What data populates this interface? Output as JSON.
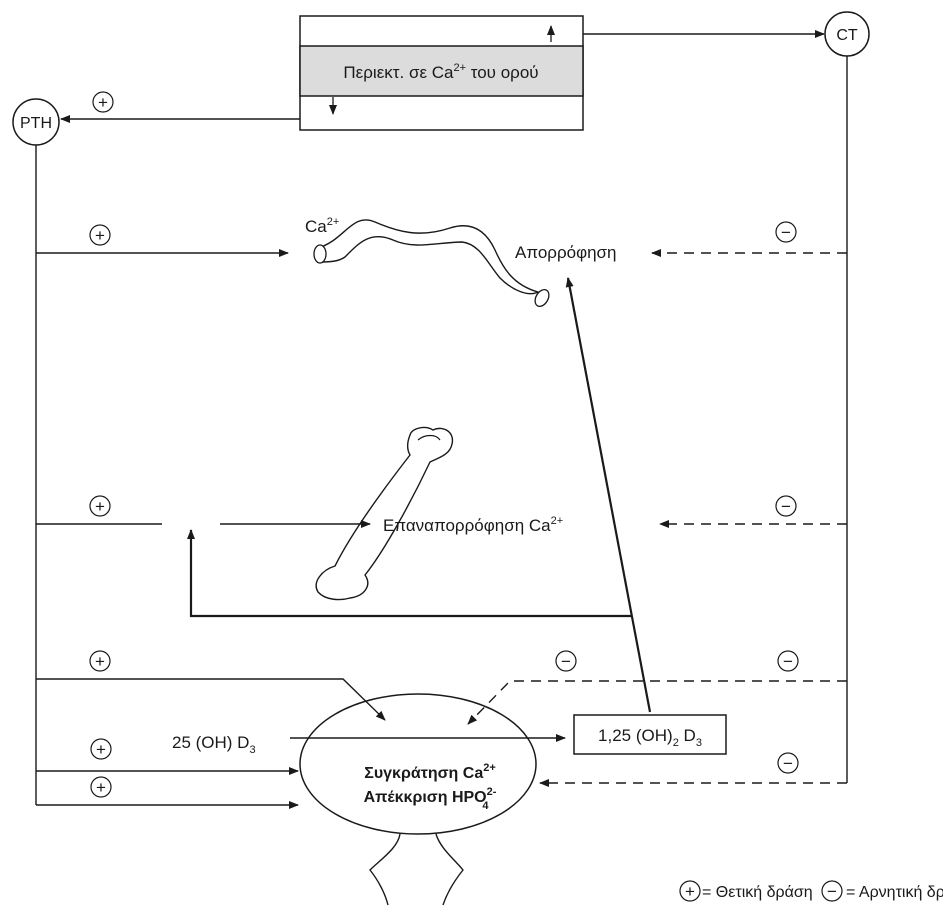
{
  "serum_box": {
    "label": "Περιεκτ. σε Ca",
    "sup": "2+",
    "label_tail": " του ορού"
  },
  "ct_node": "CT",
  "pth_node": "PTH",
  "signs": {
    "plus": "+",
    "minus": "−"
  },
  "intestine": {
    "ca_label": "Ca",
    "ca_sup": "2+",
    "absorption": "Απορρόφηση"
  },
  "bone": {
    "reabsorption": "Επαναπορρόφηση Ca",
    "reabsorption_sup": "2+"
  },
  "kidney": {
    "vitd_input": "25 (OH) D",
    "vitd_input_sub": "3",
    "line1": "Συγκράτηση Ca",
    "line1_sup": "2+",
    "line2": "Απέκκριση HPO",
    "line2_sup": "2-",
    "line2_sub": "4"
  },
  "vitd_box": {
    "pre": "1,25 (OH)",
    "sub1": "2",
    "mid": " D",
    "sub2": "3"
  },
  "legend": {
    "positive": "= Θετική δράση",
    "negative": "= Αρνητική δράση"
  }
}
